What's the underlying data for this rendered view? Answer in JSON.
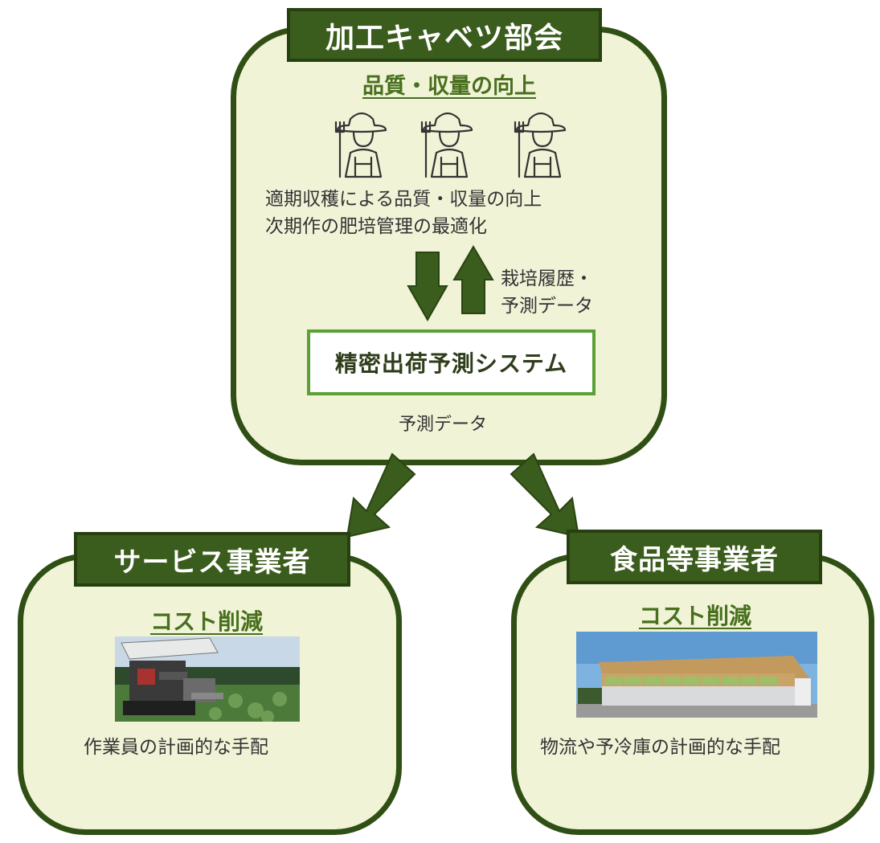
{
  "top_section": {
    "title": "加工キャベツ部会",
    "heading": "品質・収量の向上",
    "description_lines": [
      "適期収穫による品質・収量の向上",
      "次期作の肥培管理の最適化"
    ],
    "flow_label_lines": [
      "栽培履歴・",
      "予測データ"
    ],
    "system_name": "精密出荷予測システム",
    "output_label": "予測データ",
    "icons": [
      "farmer-icon",
      "farmer-icon",
      "farmer-icon"
    ]
  },
  "left_section": {
    "title": "サービス事業者",
    "heading": "コスト削減",
    "photo": "cabbage-harvester-photo",
    "caption": "作業員の計画的な手配"
  },
  "right_section": {
    "title": "食品等事業者",
    "heading": "コスト削減",
    "photo": "cabbage-truck-photo",
    "caption": "物流や予冷庫の計画的な手配"
  },
  "colors": {
    "box_fill": "#f1f3d7",
    "box_border": "#2f4f14",
    "label_fill": "#3a5c1c",
    "heading_green": "#476f1e",
    "system_border": "#5aa036",
    "arrow_green": "#3a5c1c"
  }
}
